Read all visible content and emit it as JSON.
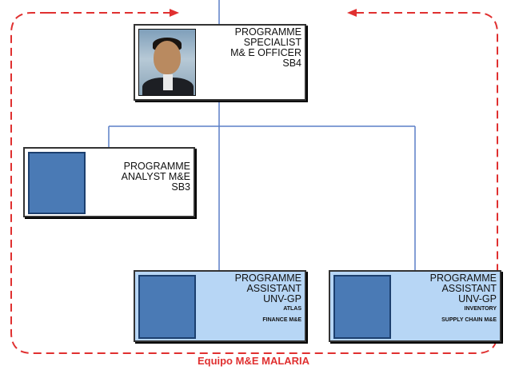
{
  "colors": {
    "border_dash": "#e03030",
    "connector": "#5b7fc7",
    "assistant_fill": "#b7d6f5",
    "photo_placeholder": "#4a7ab5"
  },
  "nodes": {
    "specialist": {
      "lines": [
        "PROGRAMME",
        "SPECIALIST",
        "M& E OFFICER",
        "SB4"
      ]
    },
    "analyst": {
      "lines": [
        "PROGRAMME",
        "ANALYST M&E",
        "SB3"
      ]
    },
    "assistant_left": {
      "lines": [
        "PROGRAMME",
        "ASSISTANT",
        "UNV-GP"
      ],
      "small_lines": [
        "ATLAS",
        "FINANCE M&E"
      ]
    },
    "assistant_right": {
      "lines": [
        "PROGRAMME",
        "ASSISTANT",
        "UNV-GP"
      ],
      "small_lines": [
        "INVENTORY",
        "SUPPLY CHAIN M&E"
      ]
    }
  },
  "team_label": "Equipo M&E MALARIA",
  "icons": {
    "arrow_left": "arrow-right-icon",
    "arrow_right": "arrow-left-icon"
  }
}
